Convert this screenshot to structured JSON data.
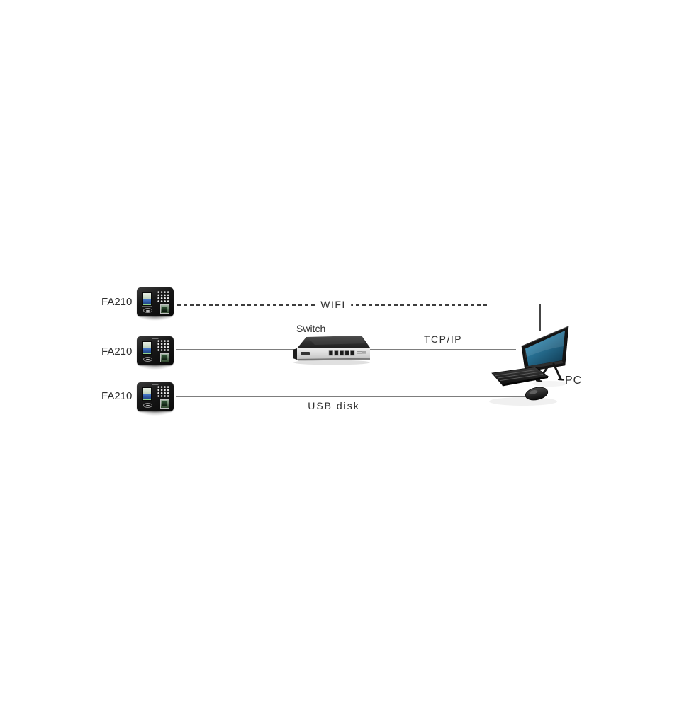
{
  "diagram_type": "network-connection-diagram",
  "nodes": {
    "device1": {
      "label": "FA210",
      "icon": "fa210-terminal-icon"
    },
    "device2": {
      "label": "FA210",
      "icon": "fa210-terminal-icon"
    },
    "device3": {
      "label": "FA210",
      "icon": "fa210-terminal-icon"
    },
    "switch": {
      "label": "Switch",
      "icon": "network-switch-icon"
    },
    "pc": {
      "label": "PC",
      "icon": "desktop-computer-icon"
    }
  },
  "links": {
    "wifi": {
      "label": "WIFI",
      "style": "dashed",
      "from": "device1",
      "to": "pc"
    },
    "tcpip": {
      "label": "TCP/IP",
      "style": "solid",
      "from": "device2",
      "to": "pc",
      "via": "switch"
    },
    "usb": {
      "label": "USB disk",
      "style": "solid",
      "from": "device3",
      "to": "pc"
    }
  },
  "colors": {
    "background": "#ffffff",
    "text": "#2f2f2f",
    "solid_line": "#7d7d7d",
    "dashed_line": "#3d3d3d",
    "device_body": "#141414",
    "switch_front": "#d9d9d9",
    "pc_screen_teal": "#2e7fa5"
  }
}
